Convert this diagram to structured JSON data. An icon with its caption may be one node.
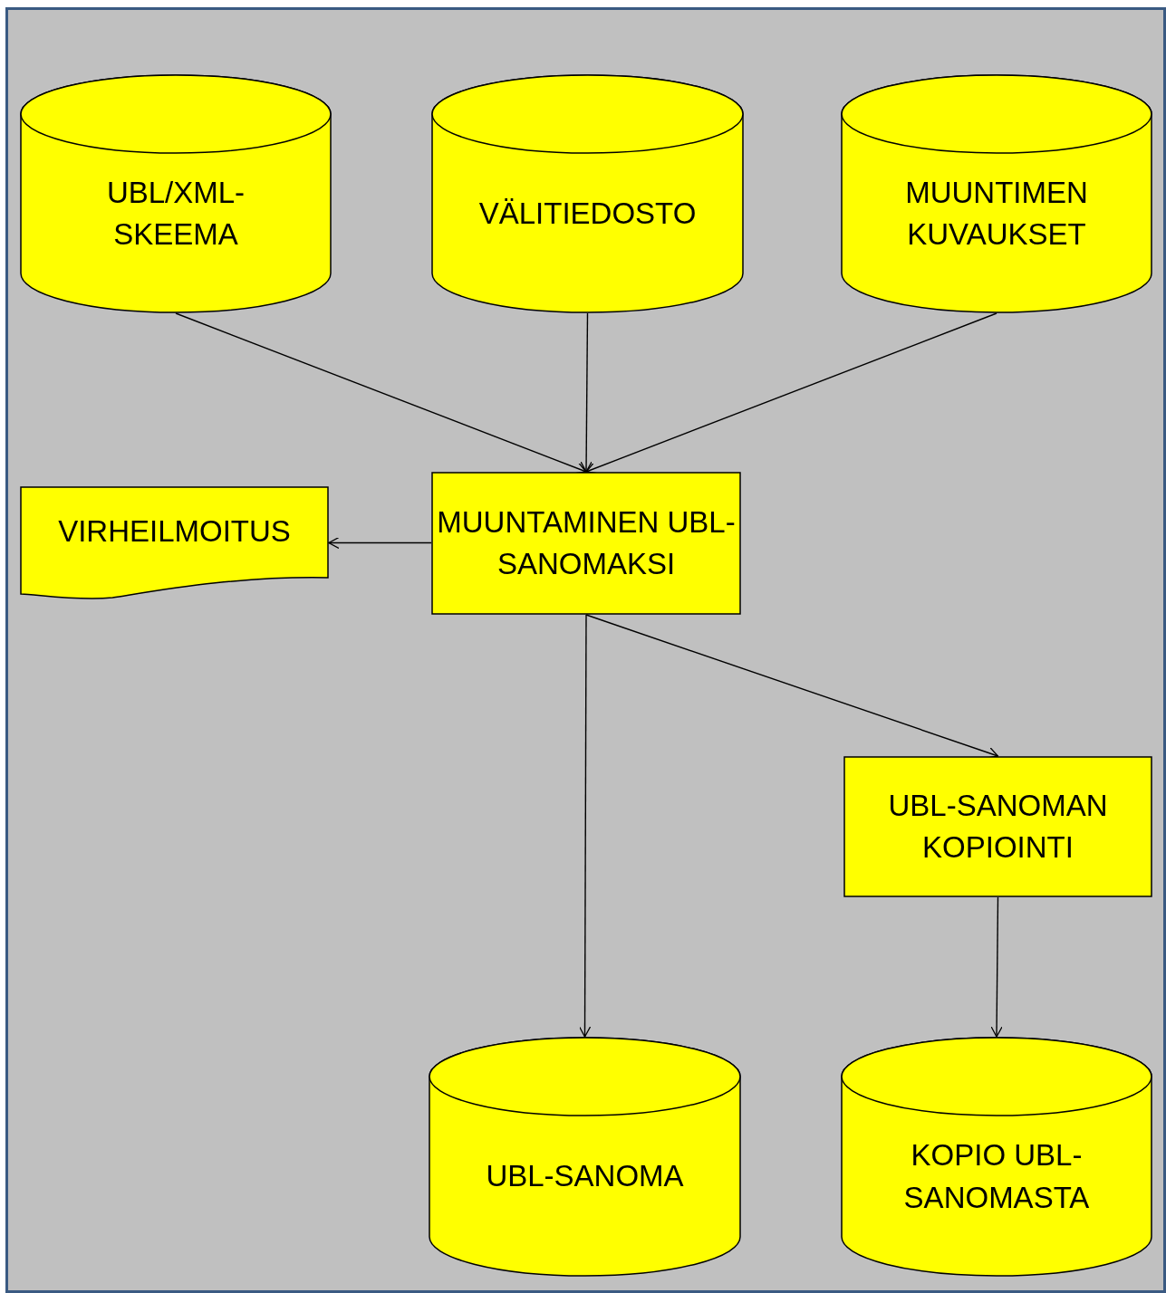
{
  "diagram": {
    "nodes": [
      {
        "text": [
          "UBL/XML- SKEEMA"
        ]
      },
      {
        "text": [
          "VÄLITIEDOSTO"
        ]
      },
      {
        "text": [
          "MUUNTIMEN KUVAUKSET"
        ]
      },
      {
        "text": [
          "MUUNTAMINEN UBL-SANOMAKSI"
        ]
      },
      {
        "text": [
          "VIRHEILMOITUS"
        ]
      },
      {
        "text": [
          "UBL-SANOMAN KOPIOINTI"
        ]
      },
      {
        "text": [
          "UBL-SANOMA"
        ]
      },
      {
        "text": [
          "KOPIO UBL-SANOMASTA"
        ]
      }
    ],
    "edges": [
      {
        "from": 0,
        "to": 3,
        "arrow": "to"
      },
      {
        "from": 1,
        "to": 3,
        "arrow": "to"
      },
      {
        "from": 2,
        "to": 3,
        "arrow": "to"
      },
      {
        "from": 3,
        "to": 4,
        "arrow": "to"
      },
      {
        "from": 3,
        "to": 6,
        "arrow": "to"
      },
      {
        "from": 3,
        "to": 5,
        "arrow": "to"
      },
      {
        "from": 5,
        "to": 7,
        "arrow": "to"
      }
    ]
  }
}
